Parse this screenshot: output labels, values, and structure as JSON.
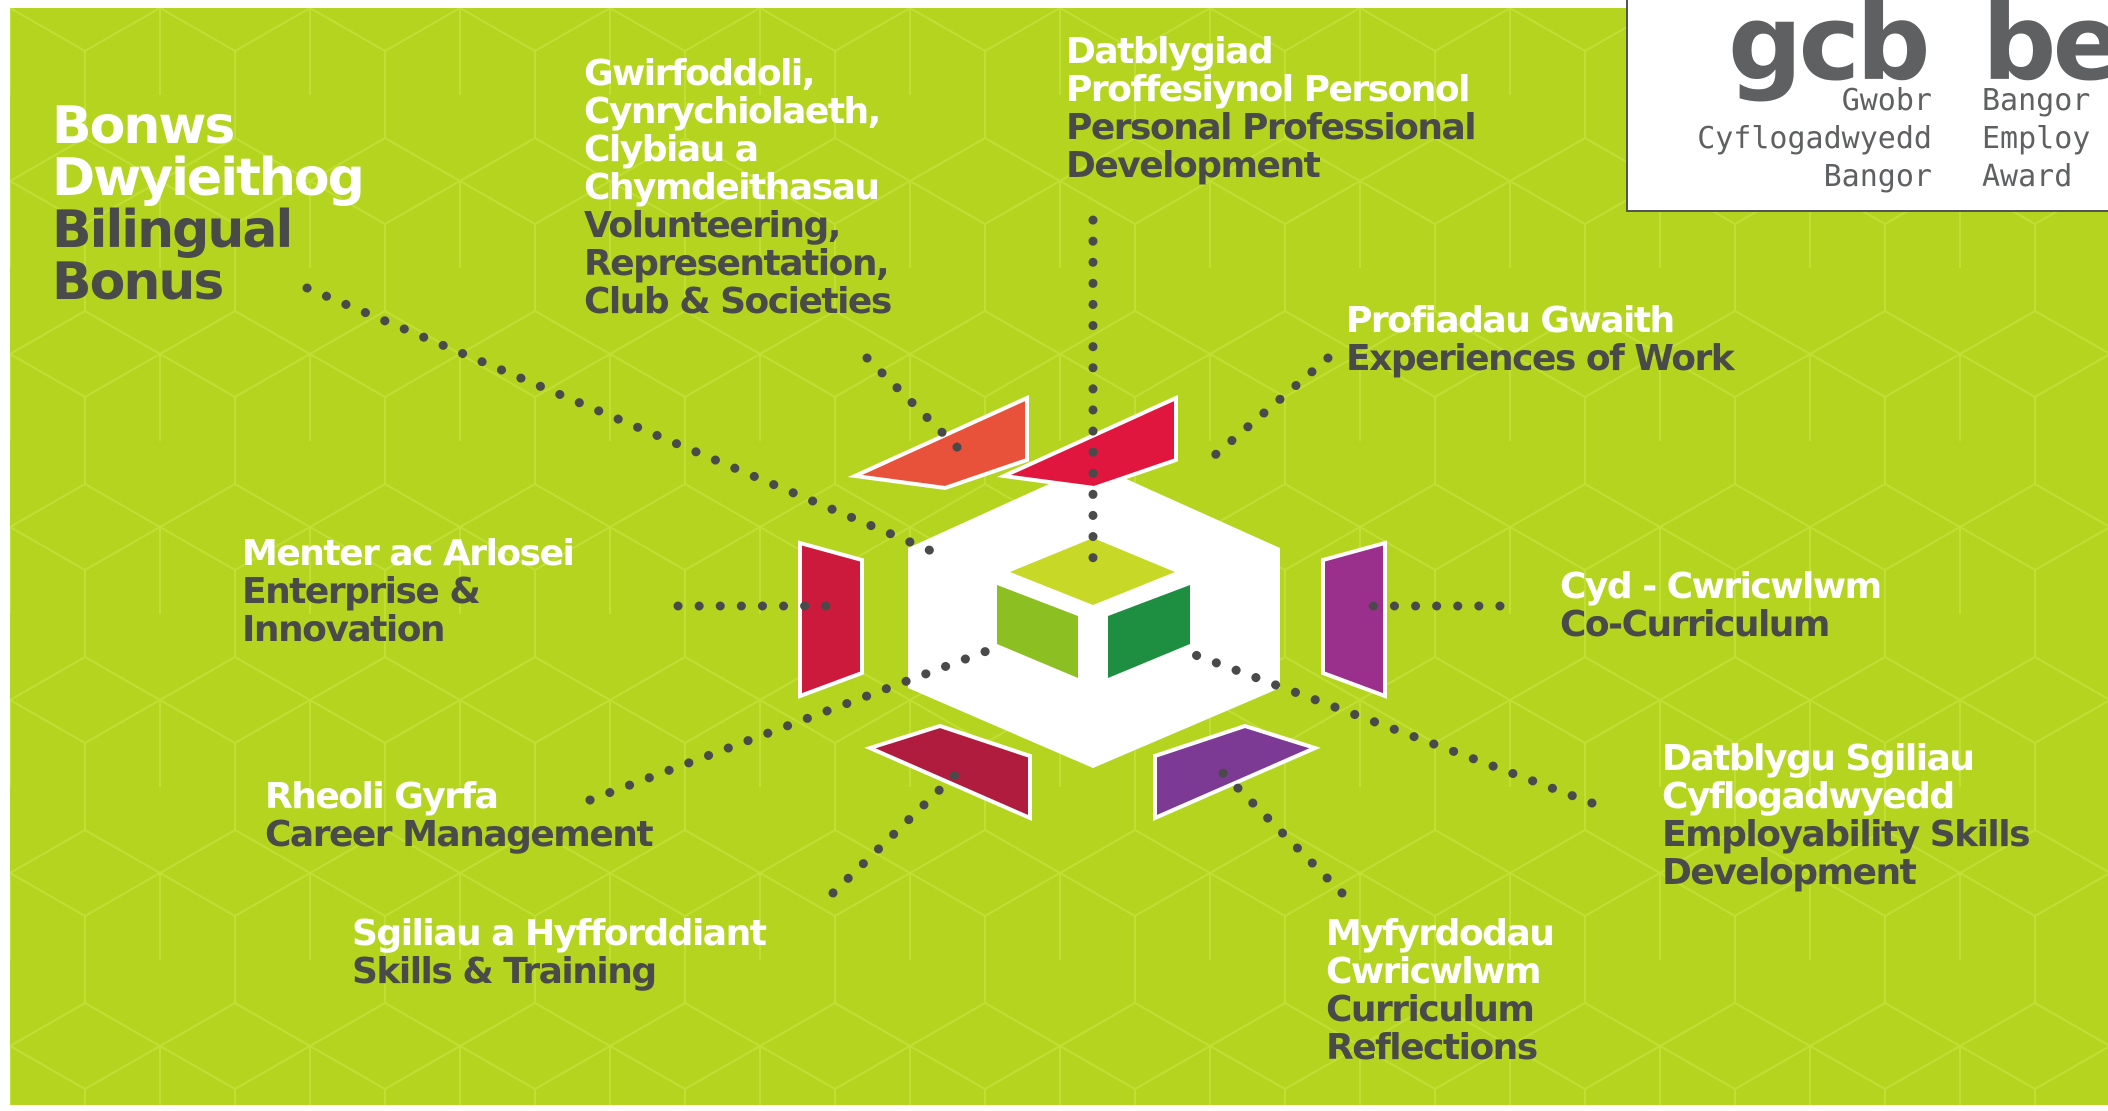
{
  "logo": {
    "welsh_abbr": "gcb",
    "english_abbr": "be",
    "welsh_lines": [
      "Gwobr",
      "Cyflogadwyedd",
      "Bangor"
    ],
    "english_lines": [
      "Bangor",
      "Employ",
      "Award"
    ]
  },
  "labels": {
    "bilingual": {
      "cy": [
        "Bonws",
        "Dwyieithog"
      ],
      "en": [
        "Bilingual",
        "Bonus"
      ]
    },
    "volunteering": {
      "cy": [
        "Gwirfoddoli,",
        "Cynrychiolaeth,",
        "Clybiau a",
        "Chymdeithasau"
      ],
      "en": [
        "Volunteering,",
        "Representation,",
        "Club & Societies"
      ]
    },
    "ppd": {
      "cy": [
        "Datblygiad",
        "Proffesiynol Personol"
      ],
      "en": [
        "Personal Professional",
        "Development"
      ]
    },
    "work": {
      "cy": [
        "Profiadau Gwaith"
      ],
      "en": [
        "Experiences of Work"
      ]
    },
    "enterprise": {
      "cy": [
        "Menter ac Arlosei"
      ],
      "en": [
        "Enterprise &",
        "Innovation"
      ]
    },
    "cocurriculum": {
      "cy": [
        "Cyd - Cwricwlwm"
      ],
      "en": [
        "Co-Curriculum"
      ]
    },
    "career": {
      "cy": [
        "Rheoli Gyrfa"
      ],
      "en": [
        "Career Management"
      ]
    },
    "employability": {
      "cy": [
        "Datblygu Sgiliau",
        "Cyflogadwyedd"
      ],
      "en": [
        "Employability Skills",
        "Development"
      ]
    },
    "skills": {
      "cy": [
        "Sgiliau a Hyfforddiant"
      ],
      "en": [
        "Skills & Training"
      ]
    },
    "reflections": {
      "cy": [
        "Myfyrdodau",
        "Cwricwlwm"
      ],
      "en": [
        "Curriculum",
        "Reflections"
      ]
    }
  },
  "colors": {
    "background": "#b5d420",
    "welsh_text": "#ffffff",
    "english_text": "#4a4a4a",
    "dots": "#4a4a4a",
    "segment_top_left": "#e8523a",
    "segment_top_right": "#e0163f",
    "segment_left": "#cc1a3c",
    "segment_right": "#9b2f8c",
    "segment_bottom_left": "#b01c3e",
    "segment_bottom_right": "#7d3a94",
    "cube_top": "#c7d826",
    "cube_left": "#8cbf22",
    "cube_right": "#1e8f40"
  }
}
